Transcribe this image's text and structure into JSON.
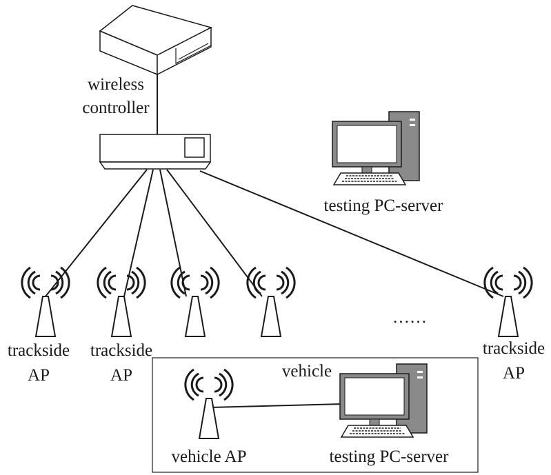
{
  "colors": {
    "stroke": "#1a1a1a",
    "device_fill": "#ffffff",
    "pc_body": "#8a8a8a",
    "pc_screen": "#ffffff"
  },
  "icons": {
    "controller": "server-box-icon",
    "switch": "switch-icon",
    "antenna": "wireless-antenna-icon",
    "pc": "desktop-pc-icon"
  },
  "labels": {
    "wireless_controller_line1": "wireless",
    "wireless_controller_line2": "controller",
    "testing_pc_top": "testing PC-server",
    "trackside_ap_1_line1": "trackside",
    "trackside_ap_1_line2": "AP",
    "trackside_ap_2_line1": "trackside",
    "trackside_ap_2_line2": "AP",
    "trackside_ap_last_line1": "trackside",
    "trackside_ap_last_line2": "AP",
    "ellipsis": "……",
    "vehicle": "vehicle",
    "vehicle_ap": "vehicle AP",
    "testing_pc_vehicle": "testing PC-server"
  }
}
